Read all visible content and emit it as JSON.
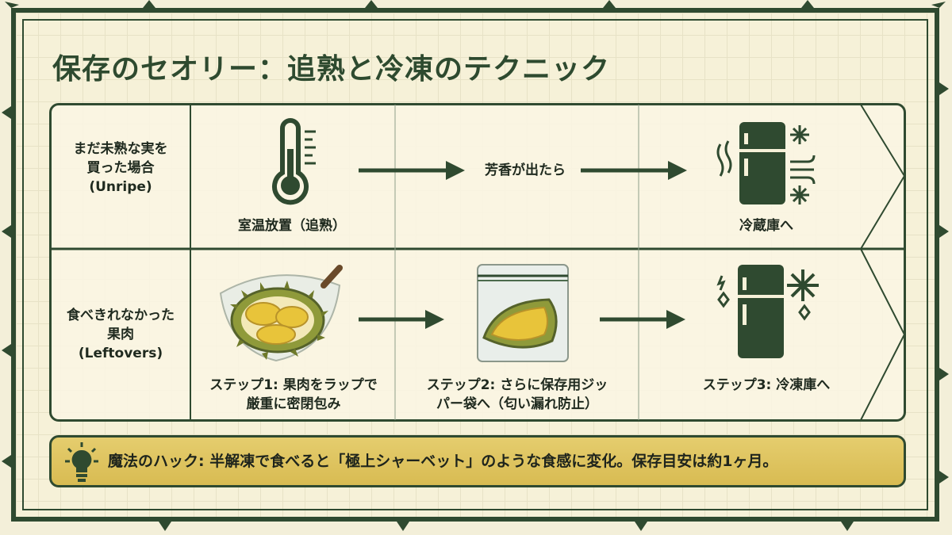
{
  "title": "保存のセオリー：追熟と冷凍のテクニック",
  "rows": [
    {
      "label_lines": [
        "まだ未熟な実を",
        "買った場合",
        "(Unripe)"
      ],
      "step1": "室温放置（追熟）",
      "step2": "芳香が出たら",
      "step3": "冷蔵庫へ"
    },
    {
      "label_lines": [
        "食べきれなかった",
        "果肉",
        "(Leftovers)"
      ],
      "step1_lines": [
        "ステップ1: 果肉をラップで",
        "厳重に密閉包み"
      ],
      "step2_lines": [
        "ステップ2: さらに保存用ジッ",
        "パー袋へ（匂い漏れ防止）"
      ],
      "step3": "ステップ3: 冷凍庫へ"
    }
  ],
  "hack": "魔法のハック: 半解凍で食べると「極上シャーベット」のような食感に変化。保存目安は約1ヶ月。",
  "icons": {
    "thermometer": "thermometer-icon",
    "fridge": "fridge-icon",
    "durian": "durian-icon",
    "bag": "zipper-bag-icon",
    "bulb": "lightbulb-icon"
  },
  "colors": {
    "dark_green": "#2f4a30",
    "background": "#f6f1d8",
    "hack_bar": "#dcc15a",
    "durian_flesh": "#e8c43a"
  }
}
